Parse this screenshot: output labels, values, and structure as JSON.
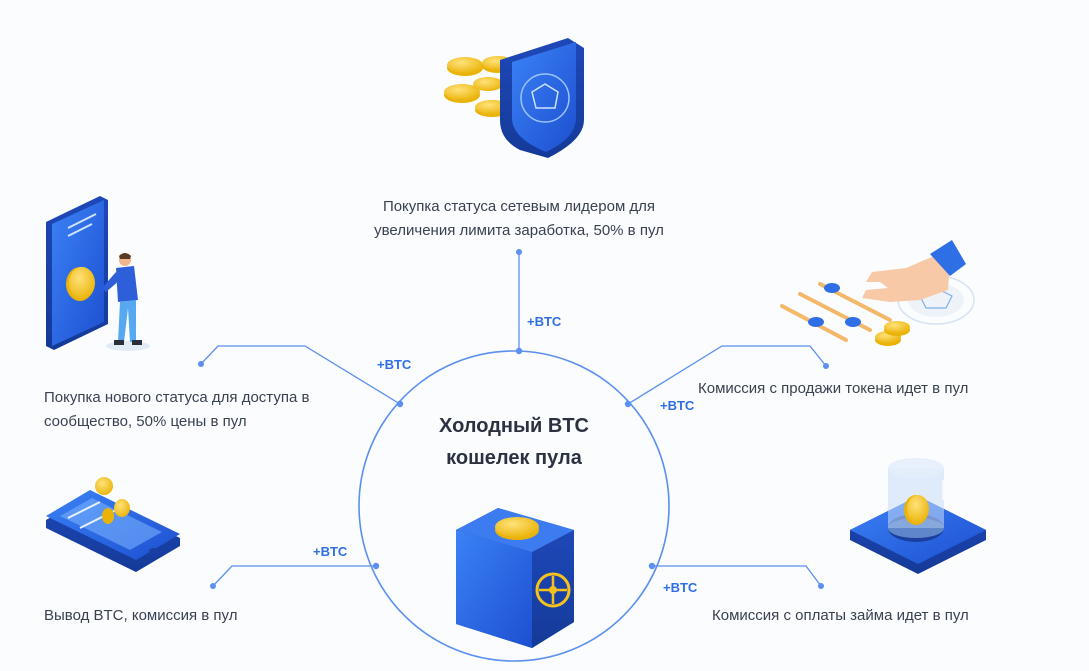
{
  "center": {
    "line1": "Холодный BTC",
    "line2": "кошелек пула"
  },
  "nodes": {
    "top": {
      "line1": "Покупка статуса сетевым лидером для",
      "line2": "увеличения лимита заработка, 50% в пул",
      "tag": "+BTC"
    },
    "left_top": {
      "line1": "Покупка нового статуса для доступа в",
      "line2": "сообщество, 50% цены в пул",
      "tag": "+BTC"
    },
    "right_top": {
      "line1": "Комиссия с продажи токена идет в пул",
      "tag": "+BTC"
    },
    "left_bottom": {
      "line1": "Вывод BTC, комиссия в пул",
      "tag": "+BTC"
    },
    "right_bottom": {
      "line1": "Комиссия с оплаты займа идет в пул",
      "tag": "+BTC"
    }
  },
  "colors": {
    "line": "#5b8ff0",
    "accent": "#2f6fe6",
    "coin": "#f5c21b",
    "text": "#3a4150"
  },
  "icons": [
    "shield-coins-icon",
    "phone-person-icon",
    "hand-slider-icon",
    "mobile-wallet-icon",
    "glass-cylinder-icon",
    "safe-box-icon"
  ]
}
